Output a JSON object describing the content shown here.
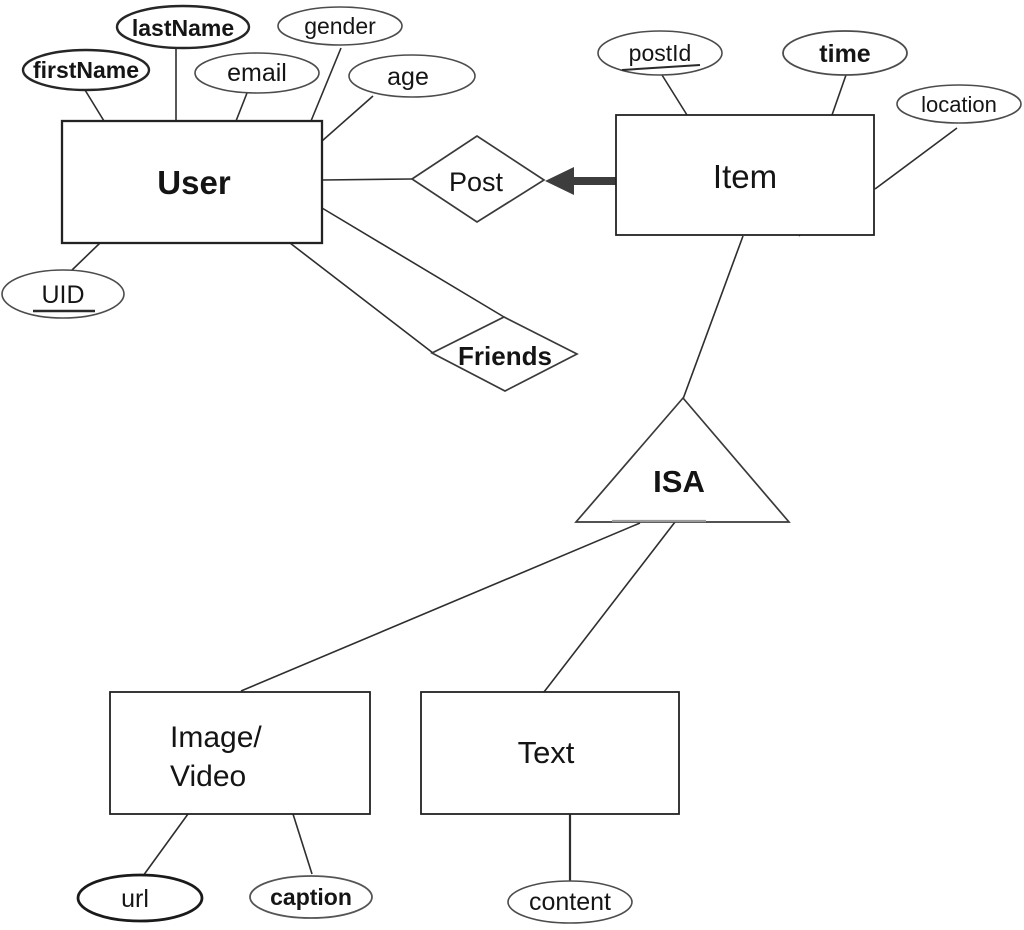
{
  "diagram_type": "er-diagram",
  "labels": {
    "user": "User",
    "item": "Item",
    "image_video_line1": "Image/",
    "image_video_line2": "Video",
    "text_entity": "Text",
    "post": "Post",
    "friends": "Friends",
    "isa": "ISA",
    "firstName": "firstName",
    "lastName": "lastName",
    "email": "email",
    "gender": "gender",
    "age": "age",
    "uid": "UID",
    "postId": "postId",
    "time": "time",
    "location": "location",
    "url": "url",
    "caption": "caption",
    "content": "content"
  },
  "model": {
    "entities": [
      {
        "name": "User",
        "attributes": [
          "UID",
          "firstName",
          "lastName",
          "email",
          "gender",
          "age"
        ],
        "key_attribute": "UID"
      },
      {
        "name": "Item",
        "attributes": [
          "postId",
          "time",
          "location"
        ],
        "key_attribute": "postId"
      },
      {
        "name": "Image/Video",
        "attributes": [
          "url",
          "caption"
        ]
      },
      {
        "name": "Text",
        "attributes": [
          "content"
        ]
      }
    ],
    "relationships": [
      {
        "name": "Post",
        "between": [
          "User",
          "Item"
        ],
        "arrow_from": "Item",
        "arrow_to": "Post"
      },
      {
        "name": "Friends",
        "between": [
          "User",
          "User"
        ]
      }
    ],
    "isa_hierarchy": {
      "parent": "Item",
      "children": [
        "Image/Video",
        "Text"
      ]
    }
  },
  "colors": {
    "background": "#ffffff",
    "line": "#2e2e2e",
    "shape_stroke": "#3a3a3a",
    "arrow_fill": "#3d3d3d",
    "text": "#151515"
  }
}
